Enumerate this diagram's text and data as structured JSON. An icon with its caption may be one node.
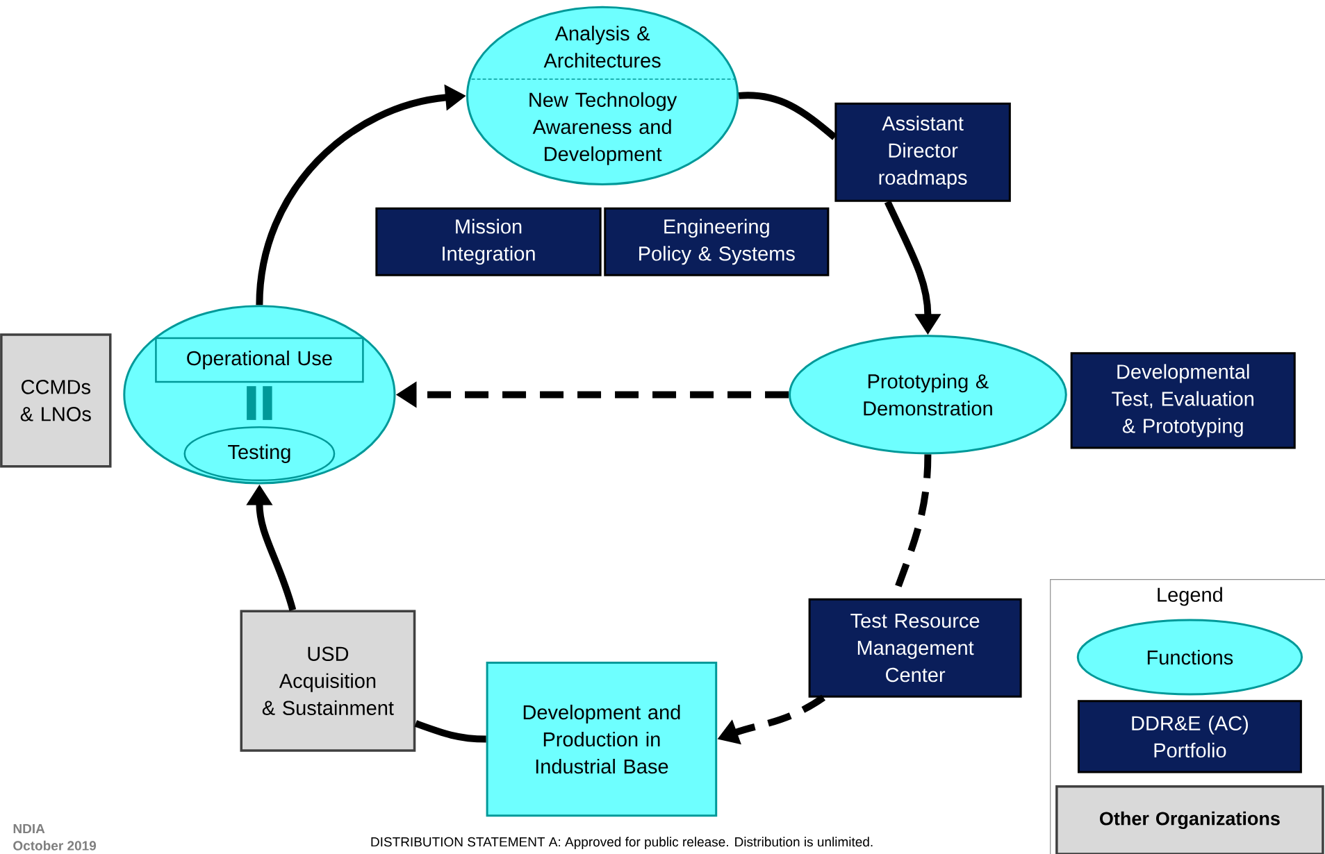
{
  "diagram": {
    "nodes": [
      {
        "text": [
          "Analysis & Architectures",
          "New Technology Awareness and Development"
        ]
      },
      {
        "text": [
          "Assistant Director roadmaps"
        ]
      },
      {
        "text": [
          "Mission Integration"
        ]
      },
      {
        "text": [
          "Engineering Policy & Systems"
        ]
      },
      {
        "text": [
          "CCMDs & LNOs"
        ]
      },
      {
        "text": [],
        "shape": "ellipse"
      },
      {
        "text": [
          "Operational Use"
        ],
        "in": 5
      },
      {
        "text": [
          "Testing"
        ],
        "in": 5
      },
      {
        "text": [
          "Prototyping & Demonstration"
        ]
      },
      {
        "text": [
          "Developmental Test, Evaluation & Prototyping"
        ]
      },
      {
        "text": [
          "USD Acquisition & Sustainment"
        ]
      },
      {
        "text": [
          "Development and Production in Industrial Base"
        ]
      },
      {
        "text": [
          "Test Resource Management Center"
        ]
      }
    ],
    "edges": [
      {
        "from": 5,
        "to": 0,
        "arrow": "to"
      },
      {
        "from": 0,
        "to": 1,
        "arrow": "none"
      },
      {
        "from": 1,
        "to": 8,
        "arrow": "to"
      },
      {
        "from": 8,
        "to": 5,
        "arrow": "to",
        "style": "dashed"
      },
      {
        "from": 8,
        "to": 12,
        "arrow": "none",
        "style": "dashed"
      },
      {
        "from": 12,
        "to": 11,
        "arrow": "to",
        "style": "dashed"
      },
      {
        "from": 11,
        "to": 10,
        "arrow": "none"
      },
      {
        "from": 10,
        "to": 5,
        "arrow": "to"
      }
    ],
    "labels": [
      "Legend",
      "NDIA",
      "October 2019",
      "DISTRIBUTION STATEMENT A: Approved for public release. Distribution is unlimited."
    ],
    "legend": [
      {
        "text": "Functions",
        "color": "#6effff"
      },
      {
        "text": "DDR&E (AC) Portfolio",
        "color": "#0a1e5a"
      },
      {
        "text": "Other Organizations",
        "color": "#d9d9d9"
      }
    ]
  }
}
